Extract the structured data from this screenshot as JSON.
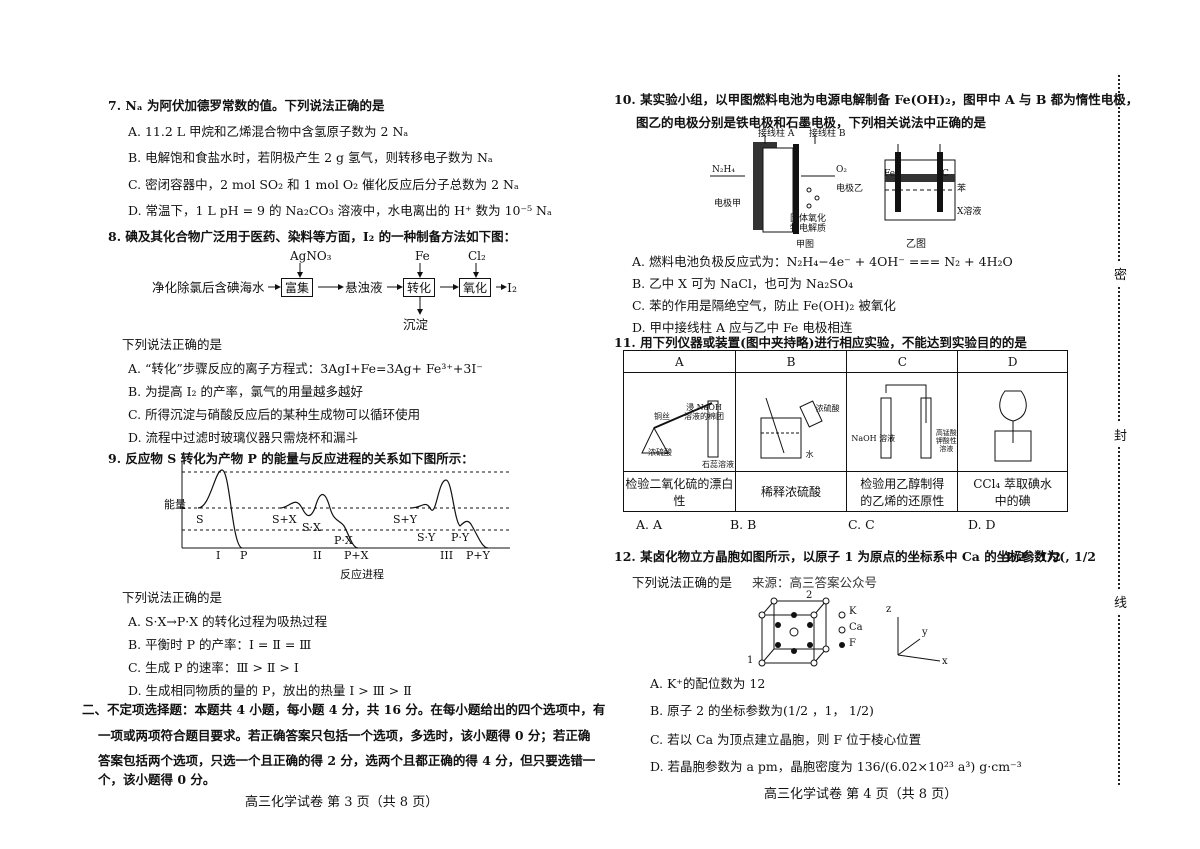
{
  "left": {
    "q7": {
      "stem": "7.  Nₐ 为阿伏加德罗常数的值。下列说法正确的是",
      "a": "A. 11.2 L 甲烷和乙烯混合物中含氢原子数为 2 Nₐ",
      "b": "B.  电解饱和食盐水时，若阴极产生 2 g 氢气，则转移电子数为 Nₐ",
      "c": "C.  密闭容器中，2 mol SO₂ 和 1 mol O₂ 催化反应后分子总数为 2 Nₐ",
      "d": "D.  常温下，1 L pH = 9 的 Na₂CO₃ 溶液中，水电离出的 H⁺ 数为 10⁻⁵ Nₐ"
    },
    "q8": {
      "stem": "8.  碘及其化合物广泛用于医药、染料等方面，I₂ 的一种制备方法如下图：",
      "flow": {
        "start": "净化除氯后含碘海水",
        "step1": "富集",
        "mid": "悬浊液",
        "step2": "转化",
        "step3": "氧化",
        "end": "I₂",
        "reagent1": "AgNO₃",
        "reagent2": "Fe",
        "reagent3": "Cl₂",
        "precip": "沉淀"
      },
      "prompt": "下列说法正确的是",
      "a": "A.  “转化”步骤反应的离子方程式：3AgI+Fe=3Ag+ Fe³⁺+3I⁻",
      "b": "B.  为提高 I₂ 的产率，氯气的用量越多越好",
      "c": "C.  所得沉淀与硝酸反应后的某种生成物可以循环使用",
      "d": "D.  流程中过滤时玻璃仪器只需烧杯和漏斗"
    },
    "q9": {
      "stem": "9.  反应物 S 转化为产物 P 的能量与反应进程的关系如下图所示：",
      "graph": {
        "ylabel": "能量",
        "xlabel": "反应进程",
        "labels": [
          "S",
          "S+X",
          "S·X",
          "P·X",
          "P+X",
          "S+Y",
          "S·Y",
          "P·Y",
          "P+Y",
          "I",
          "P",
          "II",
          "III"
        ]
      },
      "prompt": "下列说法正确的是",
      "a": "A.  S·X→P·X 的转化过程为吸热过程",
      "b": "B.  平衡时 P 的产率：Ⅰ = Ⅱ = Ⅲ",
      "c": "C.  生成 P 的速率：Ⅲ > Ⅱ > Ⅰ",
      "d": "D.  生成相同物质的量的 P，放出的热量 Ⅰ > Ⅲ > Ⅱ"
    },
    "section2": [
      "二、不定项选择题：本题共 4 小题，每小题 4 分，共 16 分。在每小题给出的四个选项中，有",
      "一项或两项符合题目要求。若正确答案只包括一个选项，多选时，该小题得 0 分；若正确",
      "答案包括两个选项，只选一个且正确的得 2 分，选两个且都正确的得 4 分，但只要选错一",
      "个，该小题得 0 分。"
    ],
    "footer": "高三化学试卷  第 3 页（共 8 页）"
  },
  "right": {
    "q10": {
      "stem1": "10. 某实验小组，以甲图燃料电池为电源电解制备 Fe(OH)₂，图甲中 A 与 B 都为惰性电极，",
      "stem2": "图乙的电极分别是铁电极和石墨电极，下列相关说法中正确的是",
      "fig": {
        "termA": "接线柱 A",
        "termB": "接线柱 B",
        "fuel": "N₂H₄",
        "o2": "O₂",
        "elec1": "电极甲",
        "elec2": "电极乙",
        "electrolyte": "固体氧化物电解质",
        "jia": "甲图",
        "yi": "乙图",
        "fe": "Fe",
        "c": "C",
        "benzene": "苯",
        "xsol": "X溶液"
      },
      "a": "A.  燃料电池负极反应式为：N₂H₄−4e⁻ + 4OH⁻ === N₂ + 4H₂O",
      "b": "B.  乙中 X 可为 NaCl，也可为 Na₂SO₄",
      "c": "C.  苯的作用是隔绝空气，防止 Fe(OH)₂ 被氧化",
      "d": "D.  甲中接线柱 A 应与乙中 Fe 电极相连"
    },
    "q11": {
      "stem": "11. 用下列仪器或装置(图中夹持略)进行相应实验，不能达到实验目的的是",
      "headers": [
        "A",
        "B",
        "C",
        "D"
      ],
      "labels": {
        "copper": "铜丝",
        "naoh_cotton": "浸 NaOH 溶液的棉团",
        "conc_h2so4": "浓硫酸",
        "litmus": "石蕊溶液",
        "conc_acid": "浓硫酸",
        "water": "水",
        "naoh_sol": "NaOH 溶液",
        "kmno4": "高锰酸钾酸性溶液"
      },
      "cells": [
        "检验二氧化硫的漂白性",
        "稀释浓硫酸",
        "检验用乙醇制得的乙烯的还原性",
        "CCl₄ 萃取碘水中的碘"
      ],
      "options": [
        "A. A",
        "B. B",
        "C. C",
        "D. D"
      ]
    },
    "q12": {
      "stem": "12. 某卤化物立方晶胞如图所示，以原子 1 为原点的坐标系中 Ca 的坐标参数为(",
      "coord": "1/2 , 1/2 , 1/2",
      "prompt": "下列说法正确的是",
      "source": "来源：高三答案公众号",
      "legend": [
        "K",
        "Ca",
        "F"
      ],
      "axes": [
        "z",
        "y",
        "x"
      ],
      "atom1": "1",
      "atom2": "2",
      "a": "A.  K⁺的配位数为 12",
      "b": "B.  原子 2 的坐标参数为(1/2 ，1， 1/2)",
      "c": "C.  若以 Ca 为顶点建立晶胞，则 F 位于棱心位置",
      "d": "D.  若晶胞参数为 a pm，晶胞密度为 136/(6.02×10²³ a³) g·cm⁻³"
    },
    "footer": "高三化学试卷  第 4 页（共 8 页）"
  },
  "margin": [
    "密",
    "封",
    "线"
  ]
}
